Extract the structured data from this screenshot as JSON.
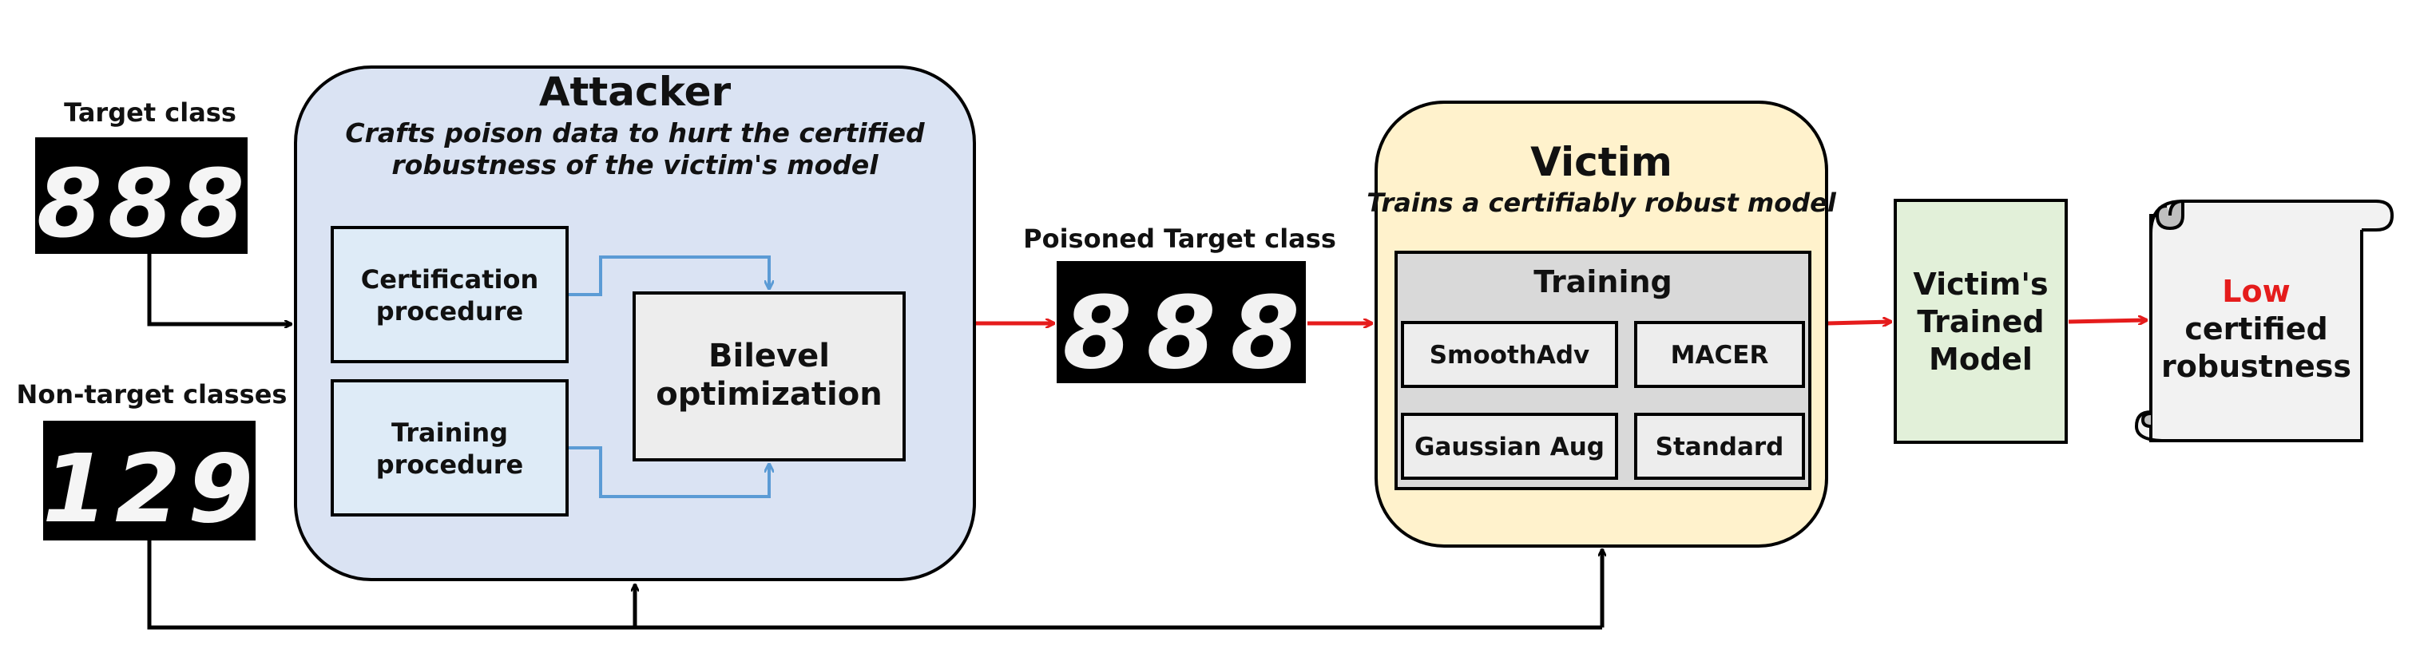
{
  "labels": {
    "target_class": "Target class",
    "non_target_classes": "Non-target classes",
    "poisoned_target_class": "Poisoned Target class"
  },
  "digits": {
    "target": [
      "8",
      "8",
      "8"
    ],
    "non_target": [
      "1",
      "2",
      "9"
    ],
    "poisoned": [
      "8",
      "8",
      "8"
    ]
  },
  "attacker": {
    "title": "Attacker",
    "subtitle_line1": "Crafts poison data to hurt the certified",
    "subtitle_line2": "robustness of the victim's model",
    "certification_line1": "Certification",
    "certification_line2": "procedure",
    "training_line1": "Training",
    "training_line2": "procedure",
    "bilevel_line1": "Bilevel",
    "bilevel_line2": "optimization"
  },
  "victim": {
    "title": "Victim",
    "subtitle": "Trains a certifiably robust model",
    "training_title": "Training",
    "methods": [
      "SmoothAdv",
      "MACER",
      "Gaussian Aug",
      "Standard"
    ]
  },
  "trained_model": {
    "line1": "Victim's",
    "line2": "Trained",
    "line3": "Model"
  },
  "result": {
    "word_low": "Low",
    "line2": "certified",
    "line3": "robustness"
  },
  "colors": {
    "attacker_fill": "#dae3f3",
    "inner_box_fill": "#deebf7",
    "victim_fill": "#fff2cc",
    "training_fill": "#d9d9d9",
    "model_fill": "#e2f0d9",
    "scroll_fill": "#f2f2f2",
    "red_arrow": "#e51c1c",
    "blue_arrow": "#5b9bd5",
    "low_text": "#e51c1c"
  }
}
